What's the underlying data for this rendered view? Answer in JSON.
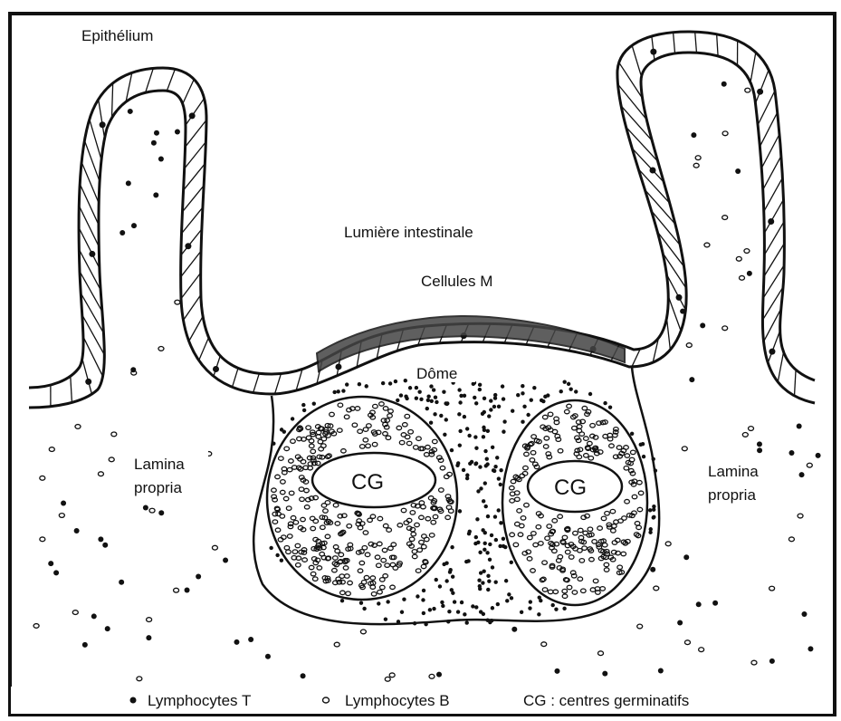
{
  "labels": {
    "epithelium": "Epithélium",
    "lumen": "Lumière intestinale",
    "m_cells": "Cellules M",
    "dome": "Dôme",
    "lamina_left_1": "Lamina",
    "lamina_left_2": "propria",
    "lamina_right_1": "Lamina",
    "lamina_right_2": "propria",
    "cg_left": "CG",
    "cg_right": "CG"
  },
  "legend": {
    "t_cells": "Lymphocytes T",
    "b_cells": "Lymphocytes B",
    "cg": "CG : centres germinatifs"
  }
}
